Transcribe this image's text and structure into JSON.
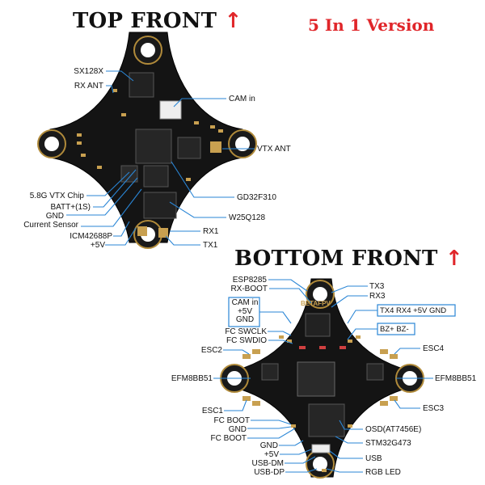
{
  "top": {
    "title": "TOP FRONT",
    "arrow": "↑",
    "version": "5 In 1 Version",
    "labels": {
      "sx128x": "SX128X",
      "rx_ant": "RX ANT",
      "cam_in": "CAM in",
      "vtx_ant": "VTX ANT",
      "vtx_chip": "5.8G VTX Chip",
      "batt": "BATT+(1S)",
      "gnd": "GND",
      "current": "Current Sensor",
      "icm": "ICM42688P",
      "v5": "+5V",
      "gd32": "GD32F310",
      "w25": "W25Q128",
      "rx1": "RX1",
      "tx1": "TX1"
    }
  },
  "bottom": {
    "title": "BOTTOM FRONT",
    "arrow": "↑",
    "board_text": "BETAFPV",
    "labels": {
      "esp": "ESP8285",
      "rxboot": "RX-BOOT",
      "cam_group": [
        "CAM in",
        "+5V",
        "GND"
      ],
      "swclk": "FC SWCLK",
      "swdio": "FC SWDIO",
      "esc2": "ESC2",
      "efm_left": "EFM8BB51",
      "esc1": "ESC1",
      "fcboot1": "FC BOOT",
      "gnd_a": "GND",
      "fcboot2": "FC BOOT",
      "gnd_b": "GND",
      "v5": "+5V",
      "usbdm": "USB-DM",
      "usbdp": "USB-DP",
      "tx3": "TX3",
      "rx3": "RX3",
      "tx4group": "TX4  RX4  +5V  GND",
      "bz": "BZ+  BZ-",
      "esc4": "ESC4",
      "efm_right": "EFM8BB51",
      "esc3": "ESC3",
      "osd": "OSD(AT7456E)",
      "stm": "STM32G473",
      "usb": "USB",
      "rgb": "RGB LED"
    }
  }
}
